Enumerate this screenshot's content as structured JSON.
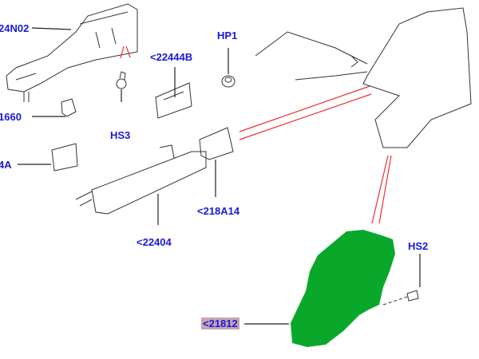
{
  "labels": {
    "l24n02": "24N02",
    "l1660": "1660",
    "l4a": "4A",
    "hs3": "HS3",
    "l22444b": "<22444B",
    "hp1": "HP1",
    "l218a14": "<218A14",
    "l22404": "<22404",
    "l21812": "<21812",
    "hs2": "HS2"
  },
  "colors": {
    "label": "#1a1adb",
    "highlight": "#c7a4b0",
    "selected_part": "#0aa82a",
    "callout": "#f03030"
  }
}
